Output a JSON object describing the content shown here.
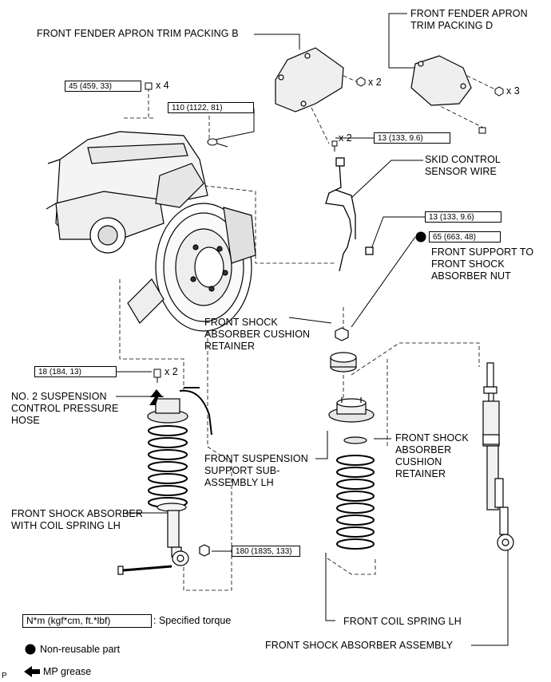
{
  "labels": {
    "trim_b": "FRONT FENDER APRON TRIM PACKING B",
    "trim_d": "FRONT FENDER APRON\nTRIM PACKING D",
    "skid_sensor": "SKID CONTROL\nSENSOR WIRE",
    "support_nut": "FRONT SUPPORT TO\nFRONT SHOCK\nABSORBER NUT",
    "cushion_retainer_upper": "FRONT SHOCK\nABSORBER CUSHION\nRETAINER",
    "pressure_hose": "NO. 2 SUSPENSION\nCONTROL PRESSURE\nHOSE",
    "cushion_retainer_lower": "FRONT SHOCK\nABSORBER\nCUSHION\nRETAINER",
    "suspension_support": "FRONT SUSPENSION\nSUPPORT SUB-\nASSEMBLY LH",
    "shock_with_spring": "FRONT SHOCK ABSORBER\nWITH COIL SPRING LH",
    "coil_spring": "FRONT COIL SPRING LH",
    "shock_assembly": "FRONT SHOCK ABSORBER ASSEMBLY"
  },
  "torques": {
    "t45": "45 (459, 33)",
    "t110": "110 (1122, 81)",
    "t13a": "13 (133, 9.6)",
    "t13b": "13 (133, 9.6)",
    "t65": "65 (663, 48)",
    "t18": "18 (184, 13)",
    "t180": "180 (1835, 133)"
  },
  "quantities": {
    "q_x4": "x 4",
    "q_x2_trim": "x 2",
    "q_x2_bolt": "x 2",
    "q_x3": "x 3",
    "q_x2_hose": "x 2"
  },
  "legend": {
    "torque_box": "N*m (kgf*cm, ft.*lbf)",
    "torque_text": ": Specified torque",
    "nonreusable": "Non-reusable part",
    "grease": "MP grease"
  },
  "corner_letter": "P"
}
